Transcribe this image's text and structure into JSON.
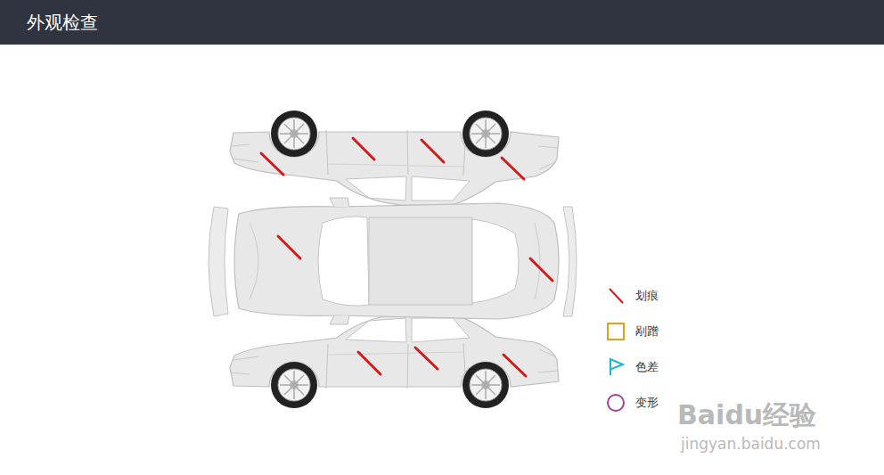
{
  "diagram": {
    "title": "外观检查",
    "labels": [
      "Baidu经验",
      "jingyan.baidu.com"
    ],
    "legend": [
      {
        "text": "划痕"
      },
      {
        "text": "剐蹭"
      },
      {
        "text": "色差"
      },
      {
        "text": "变形"
      }
    ]
  }
}
